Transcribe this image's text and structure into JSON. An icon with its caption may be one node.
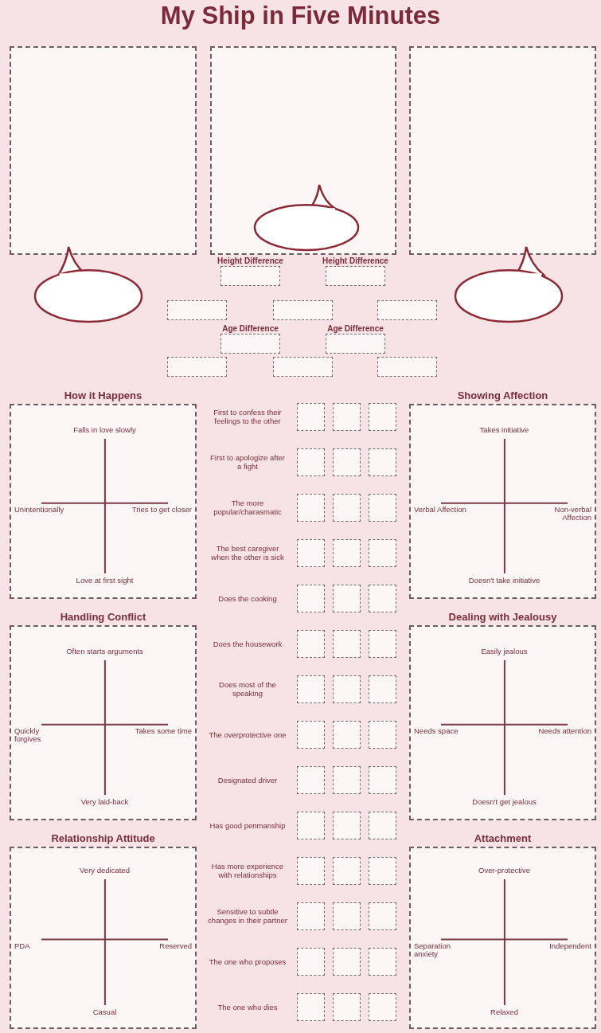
{
  "diagram": {
    "title": "My Ship in Five Minutes",
    "nodes": [
      {
        "text": [],
        "shape": "box"
      },
      {
        "text": [],
        "shape": "box"
      },
      {
        "text": [],
        "shape": "box"
      },
      {
        "text": [],
        "shape": "bubble"
      },
      {
        "text": [],
        "shape": "bubble",
        "in": 1
      },
      {
        "text": [],
        "shape": "bubble"
      },
      {
        "text": [
          "Height Difference"
        ]
      },
      {
        "text": [
          "Height Difference"
        ]
      },
      {
        "text": [],
        "shape": "box"
      },
      {
        "text": [],
        "shape": "box"
      },
      {
        "text": [],
        "shape": "box"
      },
      {
        "text": [
          "Age Difference"
        ]
      },
      {
        "text": [
          "Age Difference"
        ]
      },
      {
        "text": [],
        "shape": "box"
      },
      {
        "text": [],
        "shape": "box"
      },
      {
        "text": [],
        "shape": "box"
      },
      {
        "text": [
          "How it Happens",
          "Falls in love slowly",
          "Unintentionally",
          "Tries to get closer",
          "Love at first sight"
        ]
      },
      {
        "text": [
          "Showing Affection",
          "Takes initiative",
          "Verbal Affection",
          "Non-verbal Affection",
          "Doesn't take initiative"
        ]
      },
      {
        "text": [
          "Handling Conflict",
          "Often starts arguments",
          "Quickly forgives",
          "Takes some time",
          "Very laid-back"
        ]
      },
      {
        "text": [
          "Dealing with Jealousy",
          "Easily jealous",
          "Needs space",
          "Needs attention",
          "Doesn't get jealous"
        ]
      },
      {
        "text": [
          "Relationship Attitude",
          "Very dedicated",
          "PDA",
          "Reserved",
          "Casual"
        ]
      },
      {
        "text": [
          "Attachment",
          "Over-protective",
          "Separation anxiety",
          "Independent",
          "Relaxed"
        ]
      }
    ],
    "labels": [
      "First to confess their feelings to the other",
      "First to apologize after a fight",
      "The more popular/charasmatic",
      "The best caregiver when the other is sick",
      "Does the cooking",
      "Does the housework",
      "Does most of the speaking",
      "The overprotective one",
      "Designated driver",
      "Has good penmanship",
      "Has more experience with relationships",
      "Sensitive to subtle changes in their partner",
      "The one who proposes",
      "The one who dies"
    ]
  }
}
